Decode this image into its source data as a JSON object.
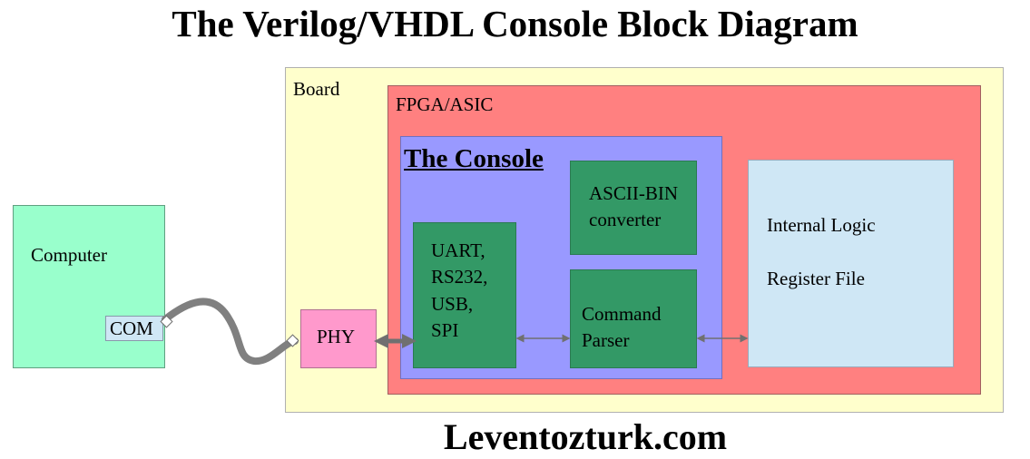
{
  "title": "The Verilog/VHDL Console Block Diagram",
  "footer": "Leventozturk.com",
  "blocks": {
    "board": "Board",
    "fpga": "FPGA/ASIC",
    "console": "The Console",
    "uart": {
      "line1": "UART,",
      "line2": "RS232,",
      "line3": "USB,",
      "line4": "SPI"
    },
    "ascii": {
      "line1": "ASCII-BIN",
      "line2": "converter"
    },
    "command": {
      "line1": "Command",
      "line2": "Parser"
    },
    "internal": {
      "line1": "Internal Logic",
      "line2": "Register File"
    },
    "phy": "PHY",
    "computer": "Computer",
    "com": "COM"
  },
  "colors": {
    "board": "#ffffcc",
    "fpga": "#ff8080",
    "console": "#9999ff",
    "block": "#339966",
    "internal": "#cfe7f5",
    "phy": "#ff99cc",
    "computer": "#99ffcc",
    "cable": "#808080"
  }
}
